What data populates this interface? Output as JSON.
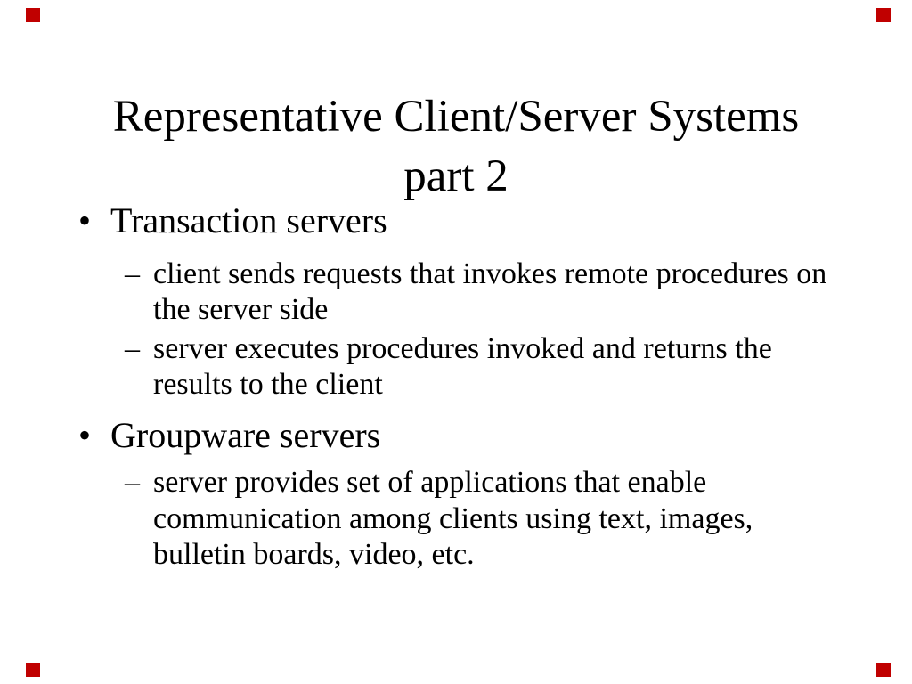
{
  "slide": {
    "background_color": "#ffffff",
    "text_color": "#000000",
    "accent_color": "#c00000",
    "title": "Representative Client/Server Systems part 2",
    "bullets": [
      {
        "level": 1,
        "marker": "•",
        "text": "Transaction servers"
      },
      {
        "level": 2,
        "marker": "–",
        "text": "client sends requests that invokes remote procedures on the server side"
      },
      {
        "level": 2,
        "marker": "–",
        "text": "server executes procedures invoked and returns the results to the client"
      },
      {
        "level": 1,
        "marker": "•",
        "text": "Groupware servers"
      },
      {
        "level": 2,
        "marker": "–",
        "text": "server provides set of applications that enable communication among clients using text, images, bulletin boards, video, etc."
      }
    ],
    "corner_markers": [
      "top-left",
      "top-right",
      "bottom-left",
      "bottom-right"
    ]
  }
}
